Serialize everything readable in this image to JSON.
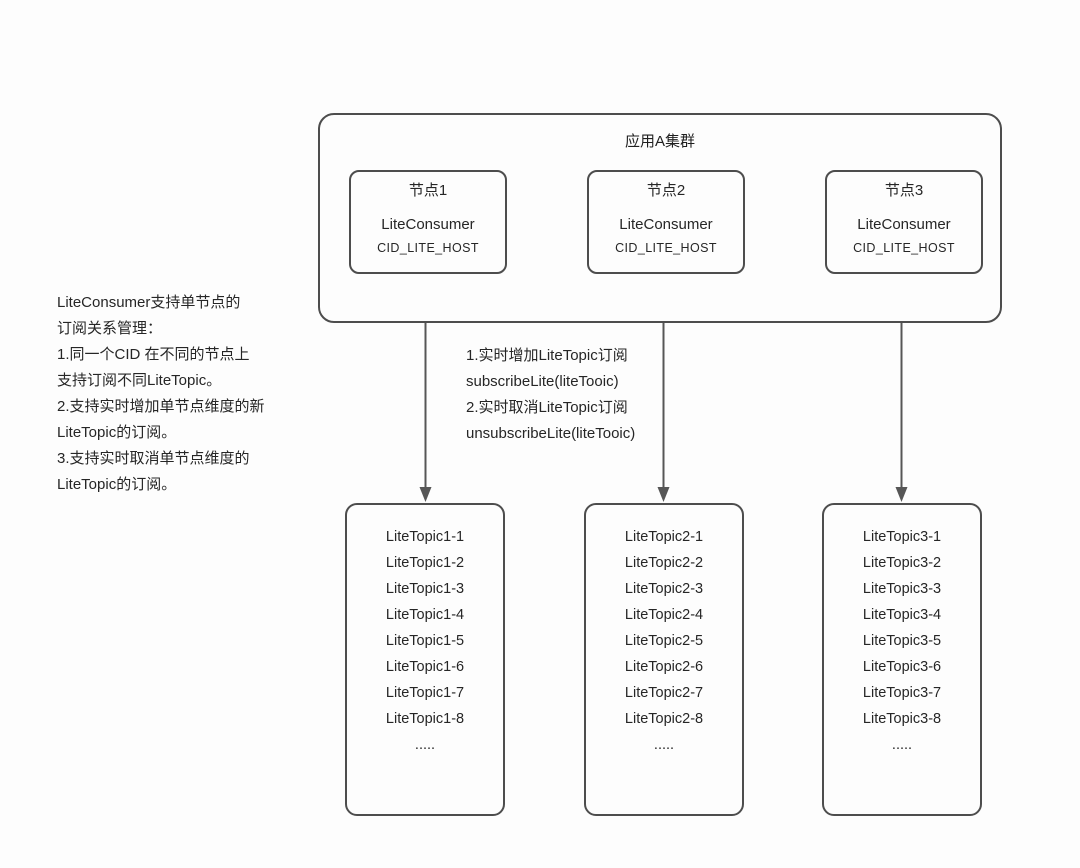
{
  "colors": {
    "background": "#fdfdfd",
    "border": "#4d4d4d",
    "text": "#262626",
    "arrow": "#565656"
  },
  "cluster": {
    "title": "应用A集群",
    "nodes": [
      {
        "title": "节点1",
        "consumer": "LiteConsumer",
        "cid": "CID_LITE_HOST"
      },
      {
        "title": "节点2",
        "consumer": "LiteConsumer",
        "cid": "CID_LITE_HOST"
      },
      {
        "title": "节点3",
        "consumer": "LiteConsumer",
        "cid": "CID_LITE_HOST"
      }
    ]
  },
  "left_note": {
    "lines": [
      "LiteConsumer支持单节点的",
      "订阅关系管理：",
      "1.同一个CID 在不同的节点上",
      "支持订阅不同LiteTopic。",
      "2.支持实时增加单节点维度的新",
      "LiteTopic的订阅。",
      "3.支持实时取消单节点维度的",
      "LiteTopic的订阅。"
    ]
  },
  "middle_note": {
    "lines": [
      "1.实时增加LiteTopic订阅",
      "subscribeLite(liteTooic)",
      "2.实时取消LiteTopic订阅",
      "unsubscribeLite(liteTooic)"
    ]
  },
  "topic_boxes": [
    {
      "items": [
        "LiteTopic1-1",
        "LiteTopic1-2",
        "LiteTopic1-3",
        "LiteTopic1-4",
        "LiteTopic1-5",
        "LiteTopic1-6",
        "LiteTopic1-7",
        "LiteTopic1-8",
        "....."
      ]
    },
    {
      "items": [
        "LiteTopic2-1",
        "LiteTopic2-2",
        "LiteTopic2-3",
        "LiteTopic2-4",
        "LiteTopic2-5",
        "LiteTopic2-6",
        "LiteTopic2-7",
        "LiteTopic2-8",
        "....."
      ]
    },
    {
      "items": [
        "LiteTopic3-1",
        "LiteTopic3-2",
        "LiteTopic3-3",
        "LiteTopic3-4",
        "LiteTopic3-5",
        "LiteTopic3-6",
        "LiteTopic3-7",
        "LiteTopic3-8",
        "....."
      ]
    }
  ]
}
